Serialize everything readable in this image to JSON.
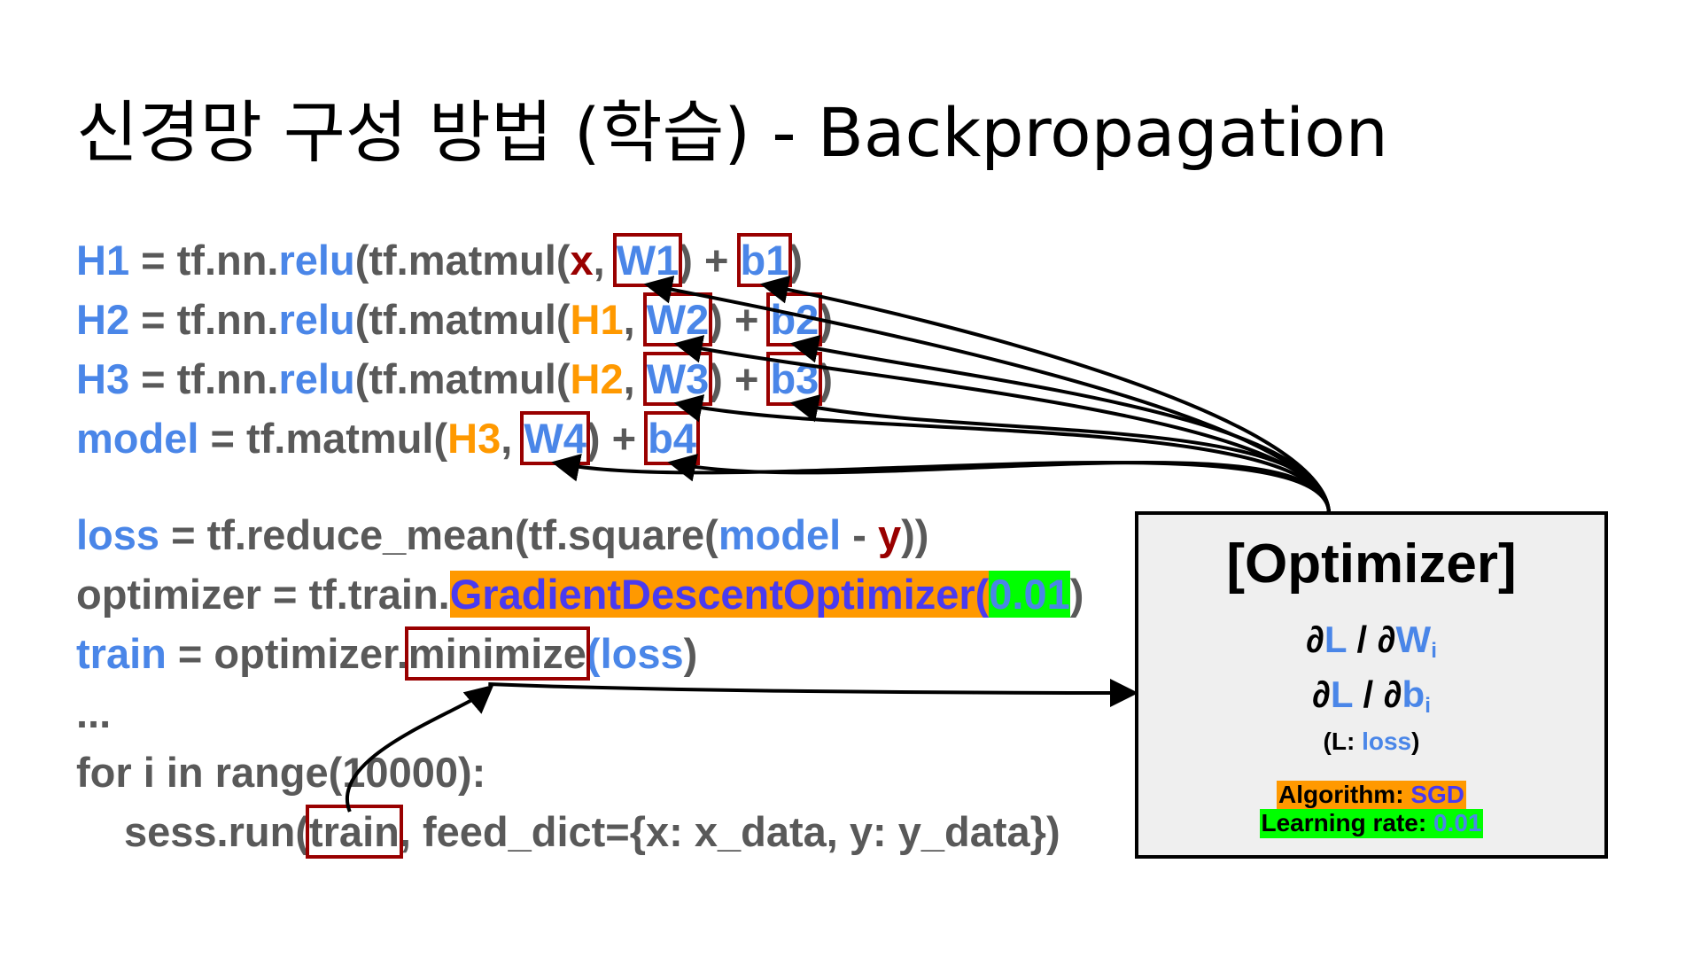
{
  "title": "신경망 구성 방법 (학습) - Backpropagation",
  "code": {
    "line1": {
      "lhs": "H1",
      "eq": " = tf.nn.",
      "fn": "relu",
      "mid": "(tf.matmul(",
      "arg": "x",
      "comma": ", ",
      "w": "W1",
      "plus": ") + ",
      "b": "b1",
      "end": ")"
    },
    "line2": {
      "lhs": "H2",
      "eq": " = tf.nn.",
      "fn": "relu",
      "mid": "(tf.matmul(",
      "arg": "H1",
      "comma": ", ",
      "w": "W2",
      "plus": ") + ",
      "b": "b2",
      "end": ")"
    },
    "line3": {
      "lhs": "H3",
      "eq": " = tf.nn.",
      "fn": "relu",
      "mid": "(tf.matmul(",
      "arg": "H2",
      "comma": ", ",
      "w": "W3",
      "plus": ") + ",
      "b": "b3",
      "end": ")"
    },
    "line4": {
      "lhs": "model",
      "eq": " = tf.matmul(",
      "arg": "H3",
      "comma": ", ",
      "w": "W4",
      "plus": ") + ",
      "b": "b4"
    },
    "line5": {
      "lhs": "loss",
      "eq": " = tf.reduce_mean(tf.square(",
      "model": "model",
      "minus": " - ",
      "y": "y",
      "end": "))"
    },
    "line6": {
      "pre": "optimizer = tf.train.",
      "cls": "GradientDescentOptimizer",
      "open": "(",
      "rate": "0.01",
      "close": ")"
    },
    "line7": {
      "lhs": "train",
      "eq": " = optimizer.",
      "method": "minimize",
      "open": "(",
      "loss": "loss",
      "close": ")"
    },
    "line8": {
      "text": "..."
    },
    "line9": {
      "text": "for i in range(10000):"
    },
    "line10": {
      "pre": "sess.run(",
      "train": "train",
      "post": ", feed_dict={x: x_data, y: y_data})"
    }
  },
  "optimizer_box": {
    "title": "[Optimizer]",
    "deriv_w": {
      "d1": "∂",
      "L": "L",
      "slash": " / ∂",
      "W": "W",
      "sub": "i"
    },
    "deriv_b": {
      "d1": "∂",
      "L": "L",
      "slash": " / ∂",
      "b": "b",
      "sub": "i"
    },
    "note": {
      "open": "(L: ",
      "loss": "loss",
      "close": ")"
    },
    "algorithm": {
      "label": "Algorithm: ",
      "value": "SGD"
    },
    "learning_rate": {
      "label": "Learning rate: ",
      "value": "0.01"
    }
  }
}
